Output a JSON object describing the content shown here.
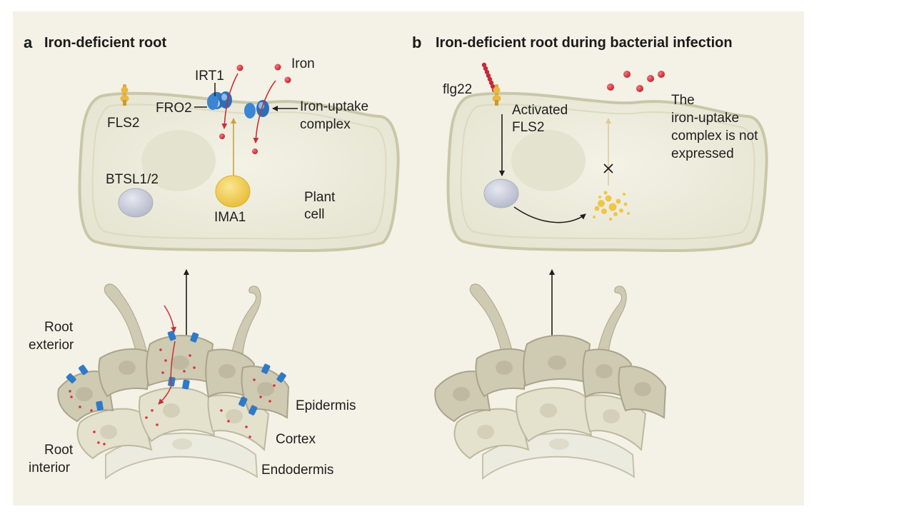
{
  "panel_a": {
    "letter": "a",
    "title": "Iron-deficient root",
    "labels": {
      "irt1": "IRT1",
      "iron": "Iron",
      "fro2": "FRO2",
      "fls2": "FLS2",
      "uptake_line1": "Iron-uptake",
      "uptake_line2": "complex",
      "btsl": "BTSL1/2",
      "ima1": "IMA1",
      "plant_line1": "Plant",
      "plant_line2": "cell",
      "root_ext_line1": "Root",
      "root_ext_line2": "exterior",
      "root_int_line1": "Root",
      "root_int_line2": "interior",
      "epidermis": "Epidermis",
      "cortex": "Cortex",
      "endodermis": "Endodermis"
    }
  },
  "panel_b": {
    "letter": "b",
    "title": "Iron-deficient root during bacterial infection",
    "labels": {
      "flg22": "flg22",
      "activated_line1": "Activated",
      "activated_line2": "FLS2",
      "note_line1": "The",
      "note_line2": "iron-uptake",
      "note_line3": "complex is not",
      "note_line4": "expressed"
    }
  },
  "colors": {
    "background": "#f4f1e6",
    "cell_fill": "#eeeedd",
    "cell_stroke": "#c9c7a8",
    "iron": "#d9333f",
    "transporter": "#2f7ac8",
    "ima1": "#f2cf55",
    "btsl": "#c7cbd8",
    "epidermis_cell": "#cfcab2",
    "cortex_cell": "#e4e1cd",
    "endodermis_cell": "#ecebe0"
  }
}
